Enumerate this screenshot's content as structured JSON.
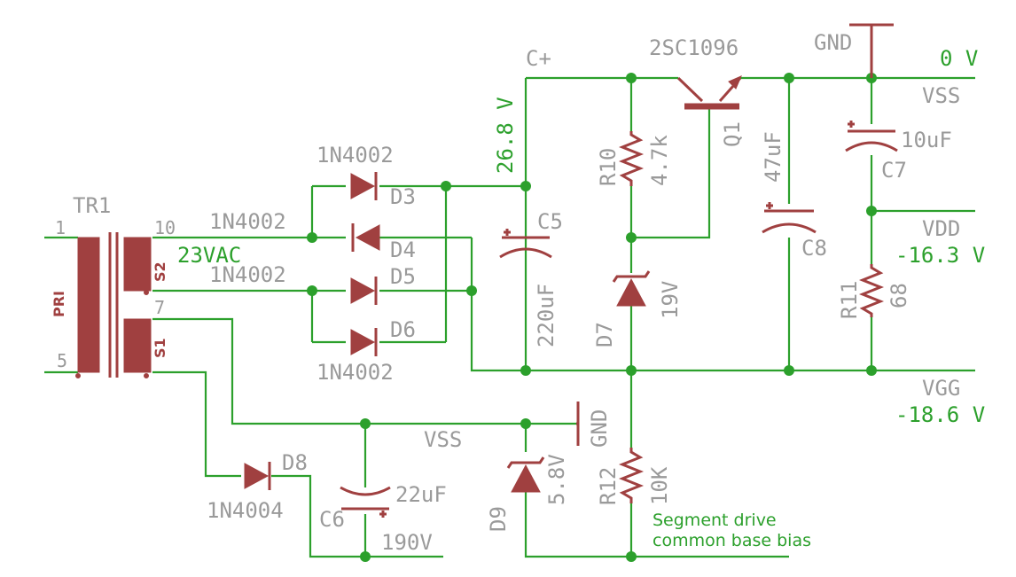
{
  "transformer": {
    "name": "TR1",
    "pin1": "1",
    "pin5": "5",
    "pin10": "10",
    "pin7": "7",
    "primary": "PRI",
    "s1": "S1",
    "s2": "S2",
    "secondary_voltage": "23VAC"
  },
  "diodes": {
    "d3": {
      "part": "1N4002",
      "ref": "D3"
    },
    "d4": {
      "part": "1N4002",
      "ref": "D4"
    },
    "d5": {
      "part": "1N4002",
      "ref": "D5"
    },
    "d6": {
      "part": "1N4002",
      "ref": "D6"
    },
    "d8": {
      "part": "1N4004",
      "ref": "D8"
    }
  },
  "zeners": {
    "d7": {
      "ref": "D7",
      "value": "19V"
    },
    "d9": {
      "ref": "D9",
      "value": "5.8V"
    }
  },
  "capacitors": {
    "c5": {
      "ref": "C5",
      "value": "220uF"
    },
    "c6": {
      "ref": "C6",
      "value": "22uF"
    },
    "c7": {
      "ref": "C7",
      "value": "10uF"
    },
    "c8": {
      "ref": "C8",
      "value": "47uF"
    }
  },
  "resistors": {
    "r10": {
      "ref": "R10",
      "value": "4.7k"
    },
    "r11": {
      "ref": "R11",
      "value": "68"
    },
    "r12": {
      "ref": "R12",
      "value": "10K"
    }
  },
  "transistor": {
    "ref": "Q1",
    "part": "2SC1096"
  },
  "nets": {
    "cplus": "C+",
    "cplus_voltage": "26.8 V",
    "gnd_top": "GND",
    "gnd_mid": "GND",
    "vss_right": "VSS",
    "vss_mid": "VSS",
    "vss_voltage": "0 V",
    "vdd": "VDD",
    "vdd_voltage": "-16.3 V",
    "vgg": "VGG",
    "vgg_voltage": "-18.6 V",
    "hv_190": "190V"
  },
  "note": {
    "line1": "Segment drive",
    "line2": "common base bias"
  },
  "colors": {
    "wire": "#2ca02c",
    "component": "#a04040",
    "label": "#9a9a9a"
  }
}
